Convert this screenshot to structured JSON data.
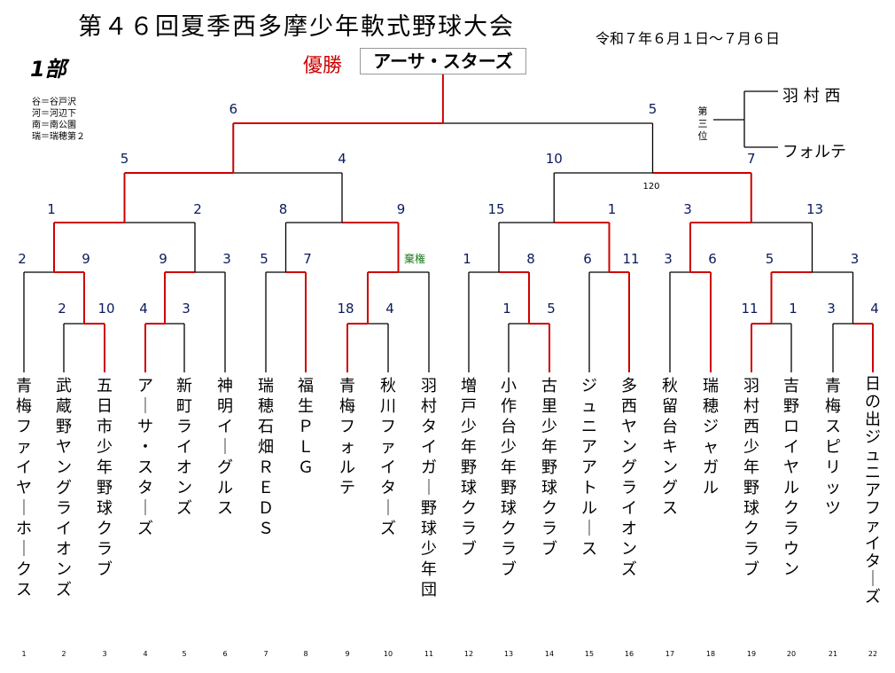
{
  "header": {
    "title": "第４６回夏季西多摩少年軟式野球大会",
    "dates": "令和７年６月１日～７月６日",
    "division": "1部"
  },
  "champion": {
    "label": "優勝",
    "team": "アーサ・スターズ"
  },
  "legend": [
    "谷＝谷戸沢",
    "河＝河辺下",
    "南＝南公園",
    "瑞＝瑞穂第２"
  ],
  "third_place": {
    "label": "第三位",
    "teams": [
      "羽 村 西",
      "フォルテ"
    ]
  },
  "notes": {
    "forfeit": "棄権",
    "match_number": "120"
  },
  "colors": {
    "winner_line": "#cc0000",
    "loser_line": "#000000",
    "score_text": "#0a1a5c",
    "forfeit_text": "#1a7a1a"
  },
  "teams": [
    {
      "seed": "1",
      "name": "青梅ファイヤーホークス"
    },
    {
      "seed": "2",
      "name": "武蔵野ヤングライオンズ"
    },
    {
      "seed": "3",
      "name": "五日市少年野球クラブ"
    },
    {
      "seed": "4",
      "name": "アーサ・スターズ"
    },
    {
      "seed": "5",
      "name": "新町ライオンズ"
    },
    {
      "seed": "6",
      "name": "神明イーグルス"
    },
    {
      "seed": "7",
      "name": "瑞穂石畑ＲＥＤＳ"
    },
    {
      "seed": "8",
      "name": "福生ＰＬＧ"
    },
    {
      "seed": "9",
      "name": "青梅フォルテ"
    },
    {
      "seed": "10",
      "name": "秋川ファイターズ"
    },
    {
      "seed": "11",
      "name": "羽村タイガー野球少年団"
    },
    {
      "seed": "12",
      "name": "増戸少年野球クラブ"
    },
    {
      "seed": "13",
      "name": "小作台少年野球クラブ"
    },
    {
      "seed": "14",
      "name": "古里少年野球クラブ"
    },
    {
      "seed": "15",
      "name": "ジュニアアトルース"
    },
    {
      "seed": "16",
      "name": "多西ヤングライオンズ"
    },
    {
      "seed": "17",
      "name": "秋留台キングス"
    },
    {
      "seed": "18",
      "name": "瑞穂ジャガル"
    },
    {
      "seed": "19",
      "name": "羽村西少年野球クラブ"
    },
    {
      "seed": "20",
      "name": "吉野ロイヤルクラウン"
    },
    {
      "seed": "21",
      "name": "青梅スピリッツ"
    },
    {
      "seed": "22",
      "name": "日の出ジュニアファイターズ"
    }
  ],
  "scores": {
    "r1": [
      "2",
      "10",
      "4",
      "3",
      "18",
      "4",
      "1",
      "5",
      "11",
      "1",
      "3",
      "4"
    ],
    "r2": [
      "2",
      "9",
      "9",
      "3",
      "5",
      "7",
      "",
      "1",
      "8",
      "6",
      "11",
      "3",
      "6",
      "5",
      "3"
    ],
    "qf": [
      "1",
      "2",
      "8",
      "9",
      "15",
      "1",
      "3",
      "13"
    ],
    "sf": [
      "5",
      "4",
      "10",
      "7"
    ],
    "final": [
      "6",
      "5"
    ]
  }
}
